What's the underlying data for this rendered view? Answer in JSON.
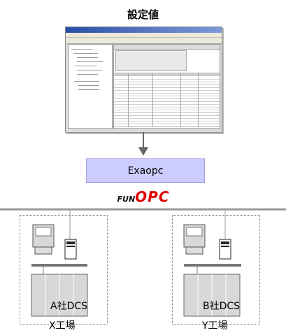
{
  "top_label": "設定値",
  "middleware_label": "Exaopc",
  "logo": {
    "fun": "FUN",
    "opc": "OPC"
  },
  "factories": [
    {
      "dcs_label": "A社DCS",
      "factory_label": "X工場"
    },
    {
      "dcs_label": "B社DCS",
      "factory_label": "Y工場"
    }
  ]
}
